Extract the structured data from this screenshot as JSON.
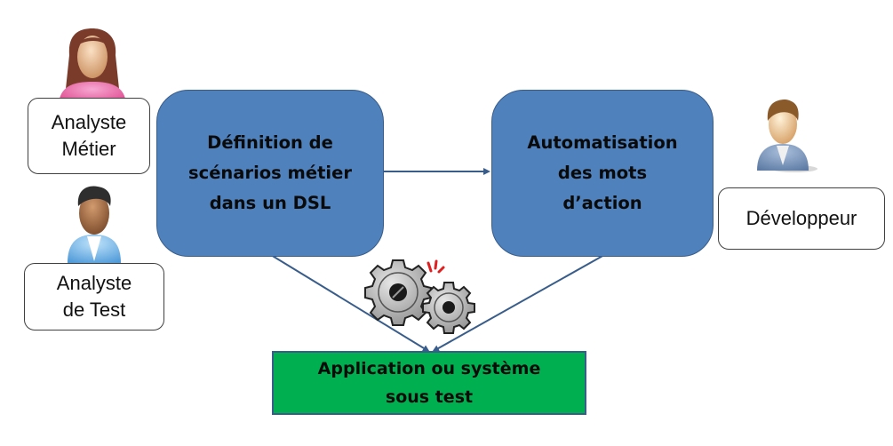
{
  "roles": {
    "business_analyst": {
      "line1": "Analyste",
      "line2": "Métier",
      "icon": "woman-user-icon"
    },
    "test_analyst": {
      "line1": "Analyste",
      "line2": "de Test",
      "icon": "man-user-icon"
    },
    "developer": {
      "line1": "Développeur",
      "icon": "developer-user-icon"
    }
  },
  "processes": {
    "definition": {
      "line1": "Définition de",
      "line2": "scénarios métier",
      "line3": "dans un DSL"
    },
    "automation": {
      "line1": "Automatisation",
      "line2": "des mots",
      "line3": "d’action"
    }
  },
  "target": {
    "line1": "Application ou système",
    "line2": "sous test",
    "icon": "gears-icon"
  },
  "colors": {
    "process_fill": "#4f81bd",
    "process_border": "#385d8a",
    "target_fill": "#00b050",
    "connector": "#385d8a"
  }
}
